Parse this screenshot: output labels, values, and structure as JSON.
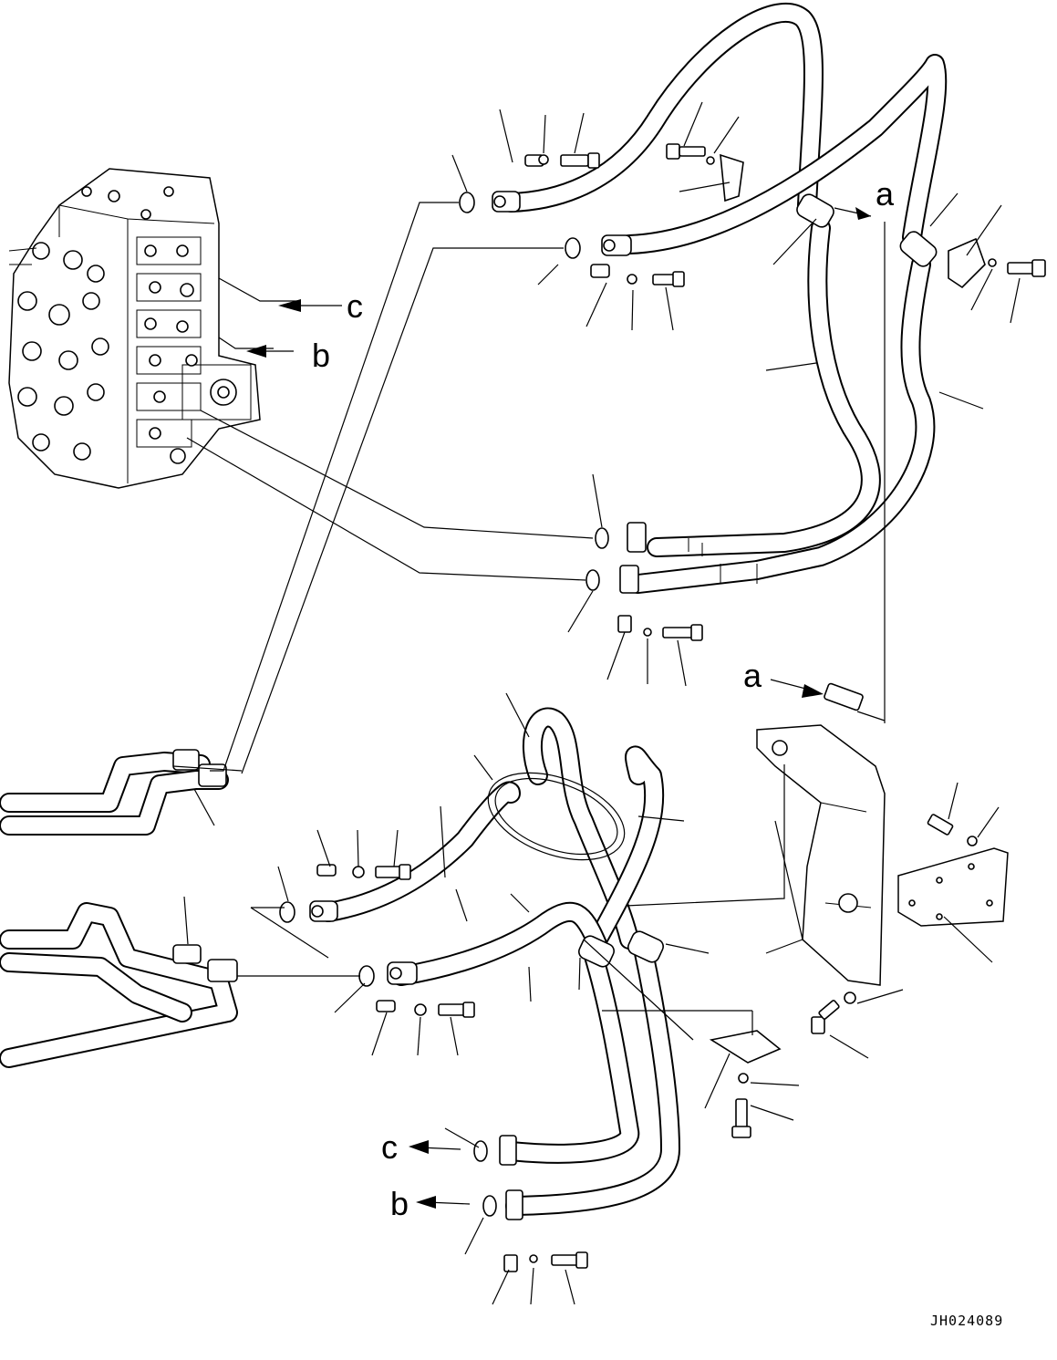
{
  "labels": {
    "a": "a",
    "b": "b",
    "c": "c"
  },
  "drawing_code": "JH024089"
}
